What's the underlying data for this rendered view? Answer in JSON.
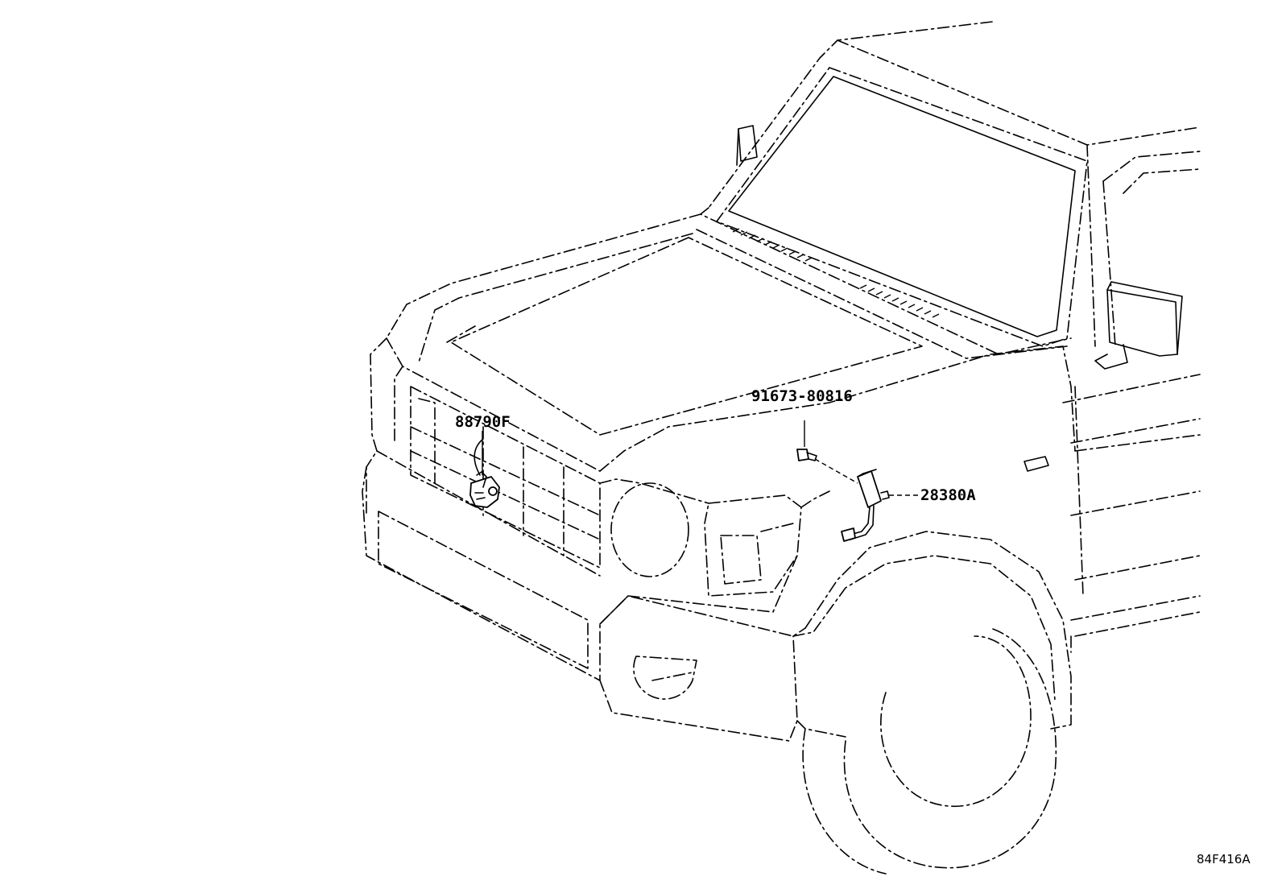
{
  "parts": [
    {
      "part_number": "88790F",
      "component": "horn"
    },
    {
      "part_number": "91673-80816",
      "component": "bolt"
    },
    {
      "part_number": "28380A",
      "component": "relay"
    }
  ],
  "figure_code": "84F416A",
  "colors": {
    "line": "#000000",
    "background": "#ffffff"
  }
}
